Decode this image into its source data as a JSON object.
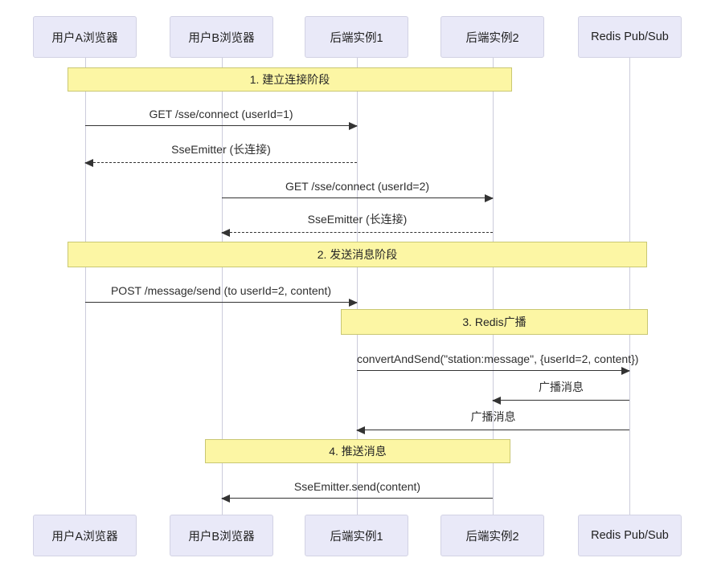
{
  "diagram": {
    "participants": [
      {
        "id": "userA",
        "label": "用户A浏览器"
      },
      {
        "id": "userB",
        "label": "用户B浏览器"
      },
      {
        "id": "backend1",
        "label": "后端实例1"
      },
      {
        "id": "backend2",
        "label": "后端实例2"
      },
      {
        "id": "redis",
        "label": "Redis Pub/Sub"
      }
    ],
    "notes": [
      {
        "label": "1. 建立连接阶段"
      },
      {
        "label": "2. 发送消息阶段"
      },
      {
        "label": "3. Redis广播"
      },
      {
        "label": "4. 推送消息"
      }
    ],
    "messages": [
      {
        "label": "GET /sse/connect (userId=1)",
        "from": "userA",
        "to": "backend1",
        "line": "solid"
      },
      {
        "label": "SseEmitter (长连接)",
        "from": "backend1",
        "to": "userA",
        "line": "dashed"
      },
      {
        "label": "GET /sse/connect (userId=2)",
        "from": "userB",
        "to": "backend2",
        "line": "solid"
      },
      {
        "label": "SseEmitter (长连接)",
        "from": "backend2",
        "to": "userB",
        "line": "dashed"
      },
      {
        "label": "POST /message/send (to userId=2, content)",
        "from": "userA",
        "to": "backend1",
        "line": "solid"
      },
      {
        "label": "convertAndSend(\"station:message\", {userId=2, content})",
        "from": "backend1",
        "to": "redis",
        "line": "solid"
      },
      {
        "label": "广播消息",
        "from": "redis",
        "to": "backend2",
        "line": "solid"
      },
      {
        "label": "广播消息",
        "from": "redis",
        "to": "backend1",
        "line": "solid"
      },
      {
        "label": "SseEmitter.send(content)",
        "from": "backend2",
        "to": "userB",
        "line": "solid"
      }
    ],
    "colors": {
      "participant_fill": "#E9E9F8",
      "participant_border": "#D2D2E4",
      "note_fill": "#FCF6A4",
      "note_border": "#C9C772",
      "lifeline": "#CCCCDB",
      "arrow": "#333333",
      "text": "#2B2B2B"
    }
  }
}
